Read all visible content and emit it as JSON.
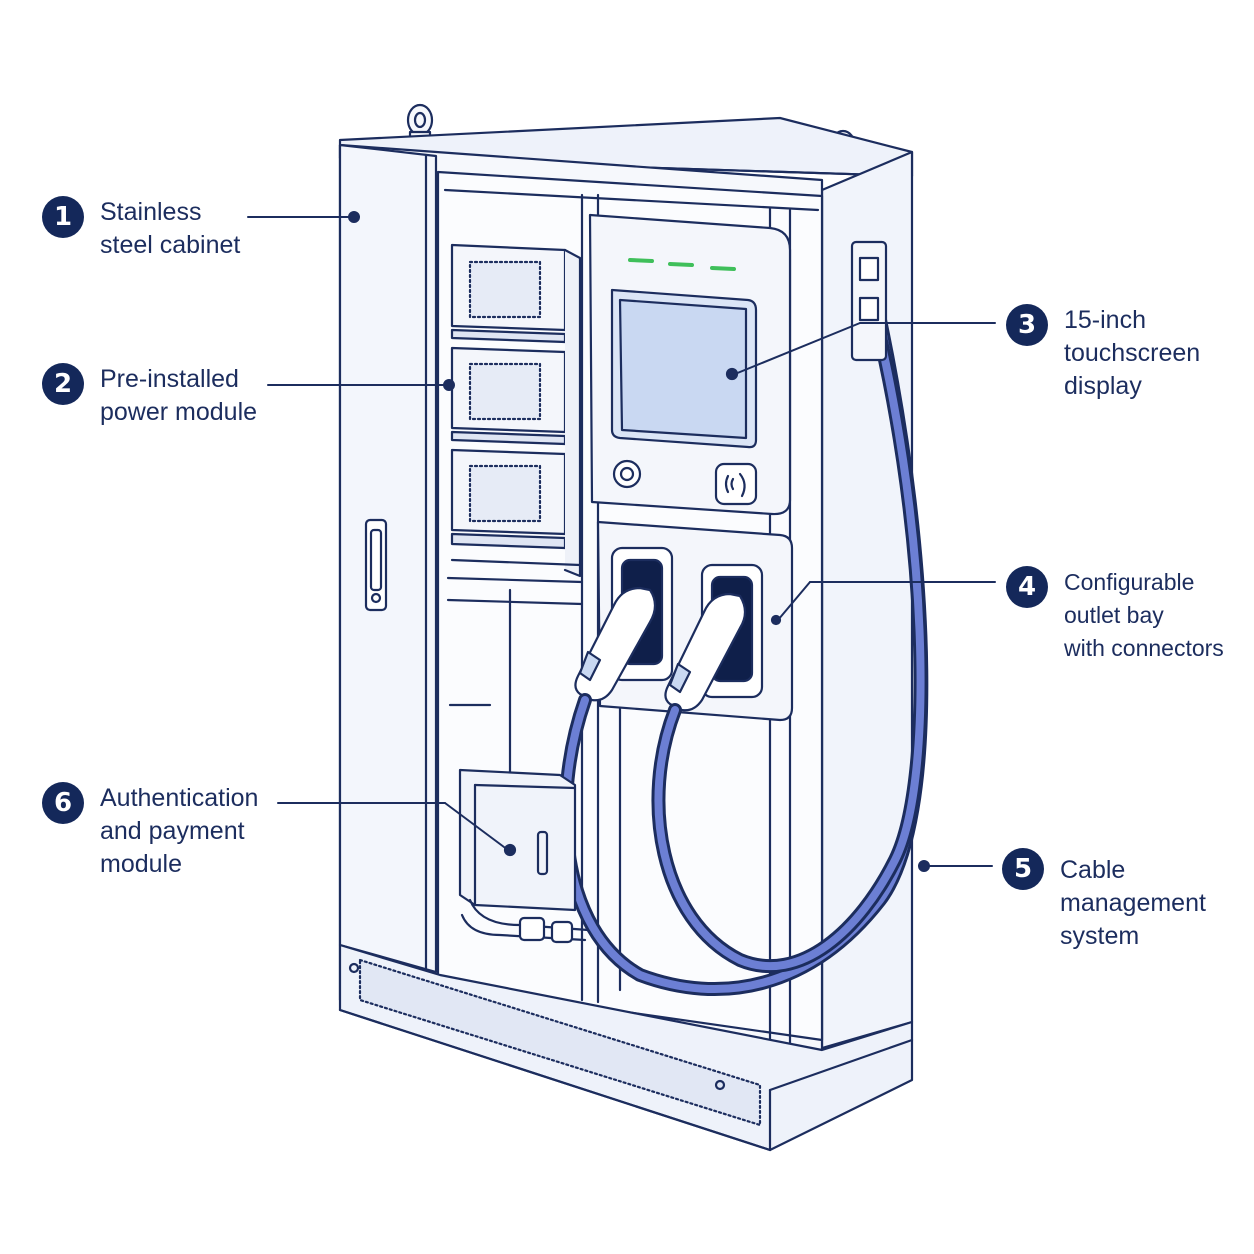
{
  "callouts": [
    {
      "number": "1",
      "lines": [
        "Stainless",
        "steel cabinet"
      ]
    },
    {
      "number": "2",
      "lines": [
        "Pre-installed",
        "power module"
      ]
    },
    {
      "number": "3",
      "lines": [
        "15-inch",
        "touchscreen",
        "display"
      ]
    },
    {
      "number": "4",
      "lines": [
        "Configurable",
        "outlet bay",
        "with connectors"
      ]
    },
    {
      "number": "5",
      "lines": [
        "Cable",
        "management",
        "system"
      ]
    },
    {
      "number": "6",
      "lines": [
        "Authentication",
        "and payment",
        "module"
      ]
    }
  ],
  "colors": {
    "ink": "#1c2d5e",
    "badge": "#14285a",
    "accent_blue": "#4a5fbf",
    "screen": "#c9d8f2",
    "led": "#3fbf5a",
    "cabinet_fill": "#f6f8fc"
  },
  "icons": {
    "top_lift_eyes": "lift-eye-icon",
    "rfid_reader": "contactless-icon",
    "start_button": "power-button-icon"
  }
}
